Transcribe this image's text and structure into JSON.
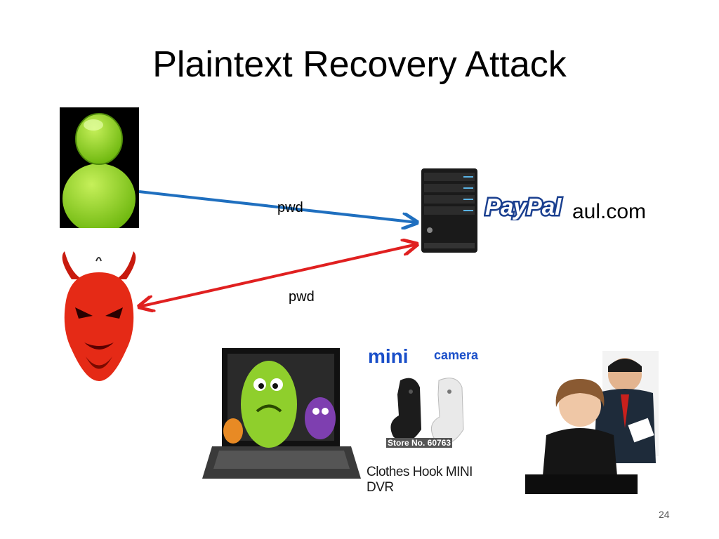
{
  "slide": {
    "title": "Plaintext Recovery Attack",
    "page_number": "24"
  },
  "arrows": {
    "user_label": "pwd",
    "attacker_label": "pwd",
    "user_color": "#1f6fbf",
    "attacker_color": "#e02020"
  },
  "server": {
    "brand_logo": "PayPal",
    "domain_text": "aul.com"
  },
  "threats": {
    "mini_text": "mini",
    "camera_text": "camera",
    "store_text": "Store No. 60763",
    "caption": "Clothes Hook MINI DVR"
  },
  "icons": [
    "user-icon",
    "devil-icon",
    "server-icon",
    "malware-laptop-icon",
    "hook-camera-icon",
    "shoulder-surfing-icon"
  ]
}
